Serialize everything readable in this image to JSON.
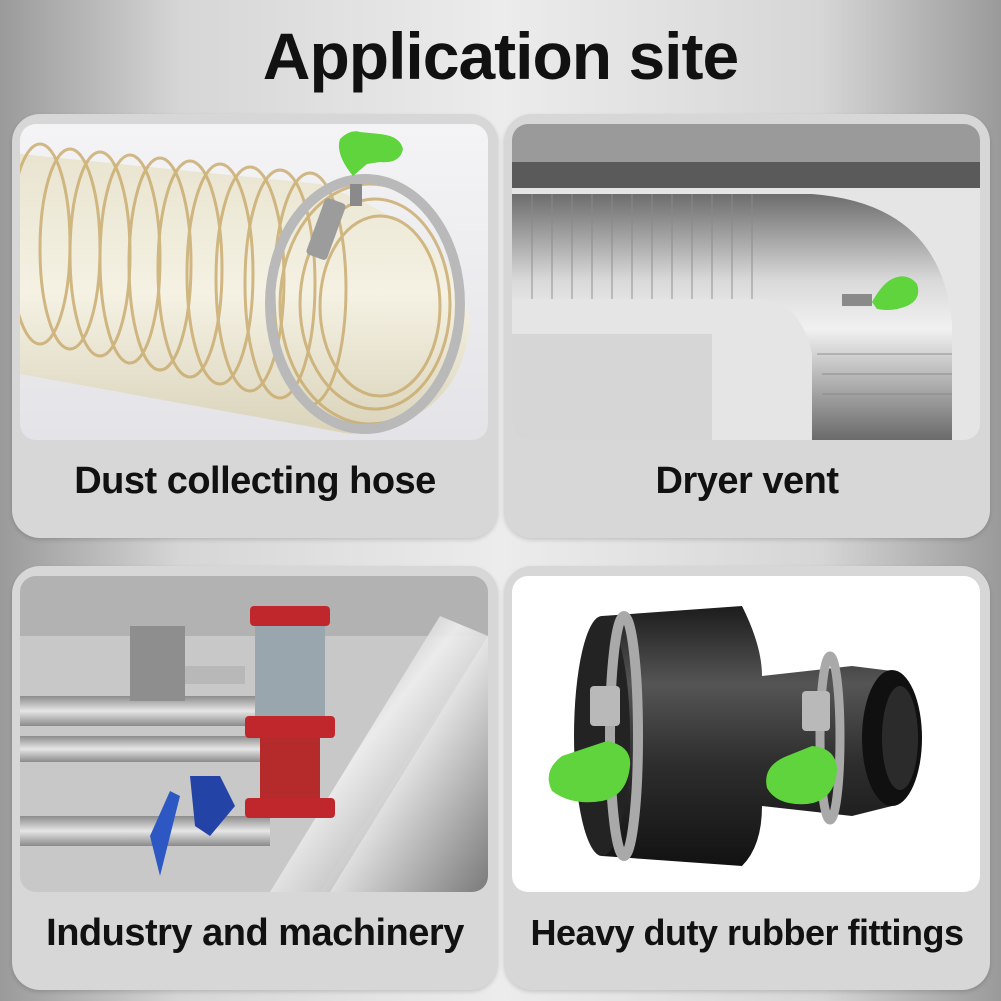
{
  "title": "Application site",
  "cards": [
    {
      "label": "Dust collecting hose"
    },
    {
      "label": "Dryer vent"
    },
    {
      "label": "Industry and machinery"
    },
    {
      "label": "Heavy duty rubber fittings"
    }
  ],
  "colors": {
    "clamp_key": "#5fd43c",
    "background": "#e6e6e6"
  },
  "icons": [
    "clamp-key-icon"
  ]
}
